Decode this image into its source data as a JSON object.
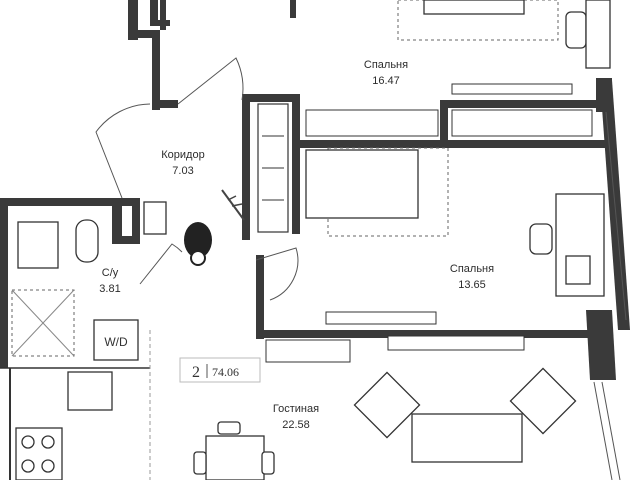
{
  "plan": {
    "rooms": [
      {
        "key": "bedroom_top",
        "name": "Спальня",
        "area": "16.47"
      },
      {
        "key": "corridor",
        "name": "Коридор",
        "area": "7.03"
      },
      {
        "key": "bathroom",
        "name": "С/у",
        "area": "3.81"
      },
      {
        "key": "bedroom_mid",
        "name": "Спальня",
        "area": "13.65"
      },
      {
        "key": "living",
        "name": "Гостиная",
        "area": "22.58"
      }
    ],
    "laundry_label": "W/D",
    "apartment": {
      "rooms_count": "2",
      "total_area": "74.06"
    }
  }
}
